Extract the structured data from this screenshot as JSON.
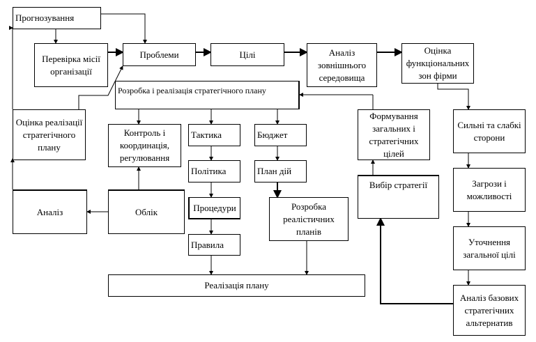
{
  "boxes": {
    "forecasting": "Прогнозування",
    "mission": "Перевірка місії організації",
    "problems": "Проблеми",
    "goals": "Цілі",
    "env": "Аналіз зовнішнього середовища",
    "zones": "Оцінка функціональних зон фірми",
    "plan": "Розробка і реалізація стратегічного плану",
    "evaluation": "Оцінка реалізації стратегічного плану",
    "control": "Контроль і координація, регулювання",
    "tactics": "Тактика",
    "budget": "Бюджет",
    "policy": "Політика",
    "action_plan": "План дій",
    "formation": "Формування загальних і стратегічних цілей",
    "strengths": "Сильні та слабкі сторони",
    "analysis": "Аналіз",
    "accounting": "Облік",
    "procedures": "Процедури",
    "realistic": "Розробка реалістичних планів",
    "choice": "Вибір стратегії",
    "threats": "Загрози і можливості",
    "refine": "Уточнення загальної цілі",
    "rules": "Правила",
    "implementation": "Реалізація плану",
    "alternatives": "Аналіз базових стратегічних альтернатив"
  }
}
